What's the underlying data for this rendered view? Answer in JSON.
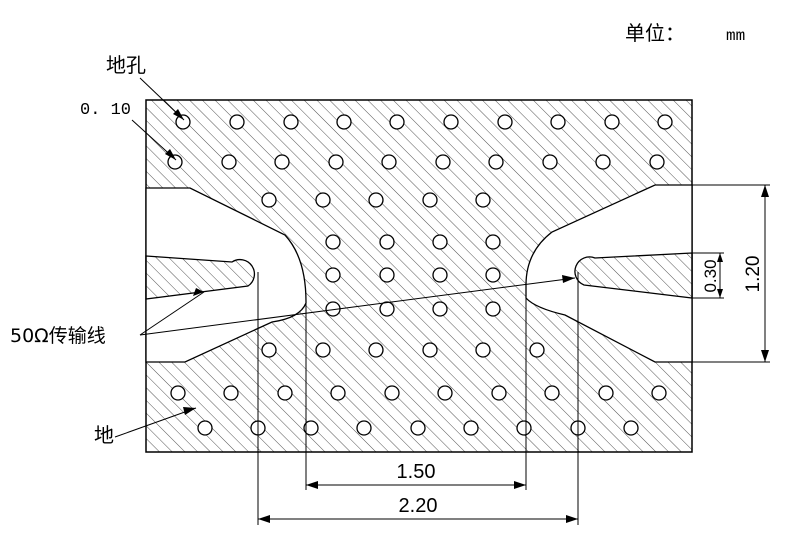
{
  "unit_label": "单位：",
  "unit_value": "mm",
  "labels": {
    "via": "地孔",
    "via_diameter": "0. 10",
    "transmission_line": "50Ω传输线",
    "ground": "地"
  },
  "dimensions": {
    "inner_gap": "1.50",
    "outer_gap": "2.20",
    "line_width": "0.30",
    "slot_height": "1.20"
  },
  "colors": {
    "line": "#000000",
    "background": "#ffffff",
    "hatch": "#444444"
  }
}
